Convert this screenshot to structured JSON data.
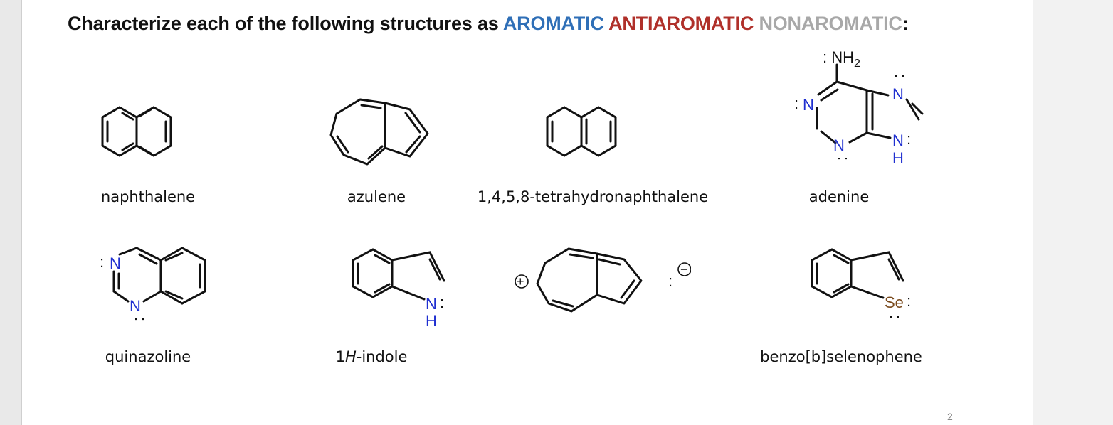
{
  "title": {
    "prefix": "Characterize each of the following structures as ",
    "aromatic": "AROMATIC",
    "antiaromatic": "ANTIAROMATIC",
    "nonaromatic": "NONAROMATIC",
    "suffix": ":"
  },
  "colors": {
    "aromatic": "#2f6fb7",
    "antiaromatic": "#b0302a",
    "nonaromatic": "#a8a8a8",
    "nitrogen": "#1f2fd0",
    "selenium": "#7a4a1c"
  },
  "molecules": [
    {
      "name": "naphthalene"
    },
    {
      "name": "azulene"
    },
    {
      "name": "1,4,5,8-tetrahydronaphthalene"
    },
    {
      "name": "adenine",
      "labels": {
        "amine": ": NH",
        "amine_sub": "2",
        "n": "N",
        "h": "H",
        "lone_pair": ":"
      }
    },
    {
      "name": "quinazoline",
      "labels": {
        "n": "N",
        "lone_pair": ":"
      }
    },
    {
      "name_main": "1",
      "name_italic": "H",
      "name_rest": "-indole",
      "labels": {
        "n": "N",
        "h": "H",
        "lone_pair": ":"
      }
    },
    {
      "name": "",
      "labels": {
        "plus": "+",
        "minus": "−",
        "lone_pair": ":"
      }
    },
    {
      "name": "benzo[b]selenophene",
      "labels": {
        "se": "Se",
        "lone_pair": ":"
      }
    }
  ],
  "page_number": "2"
}
